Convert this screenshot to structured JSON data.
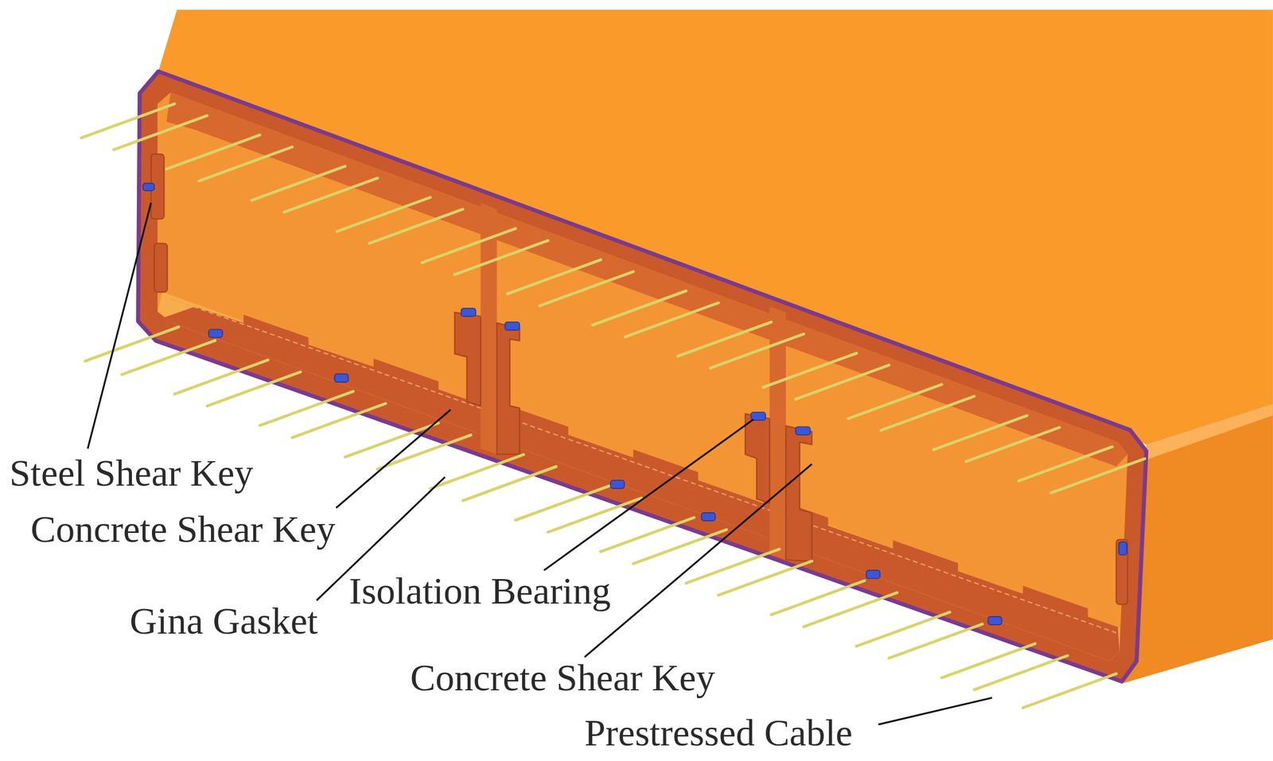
{
  "diagram": {
    "labels": [
      "Steel Shear Key",
      "Concrete Shear Key",
      "Gina Gasket",
      "Isolation Bearing",
      "Concrete Shear Key",
      "Prestressed Cable"
    ]
  }
}
